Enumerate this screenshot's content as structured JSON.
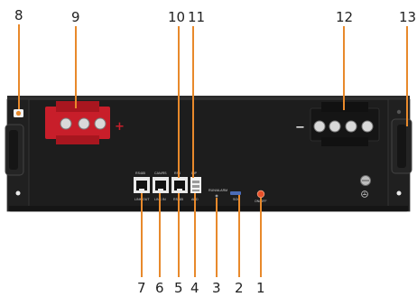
{
  "callouts": [
    {
      "id": "1",
      "label": "1"
    },
    {
      "id": "2",
      "label": "2"
    },
    {
      "id": "3",
      "label": "3"
    },
    {
      "id": "4",
      "label": "4"
    },
    {
      "id": "5",
      "label": "5"
    },
    {
      "id": "6",
      "label": "6"
    },
    {
      "id": "7",
      "label": "7"
    },
    {
      "id": "8",
      "label": "8"
    },
    {
      "id": "9",
      "label": "9"
    },
    {
      "id": "10",
      "label": "10"
    },
    {
      "id": "11",
      "label": "11"
    },
    {
      "id": "12",
      "label": "12"
    },
    {
      "id": "13",
      "label": "13"
    }
  ],
  "panel": {
    "plus_sign": "+",
    "minus_sign": "−",
    "port_top_labels": [
      "RS485",
      "CAN/RS",
      "RS4",
      "DIP"
    ],
    "port_bottom_labels": [
      "LINK OUT",
      "LINK IN",
      "RS485",
      "ADD"
    ],
    "run_alarm_label": "RUN/ALARM",
    "soc_label": "SOC",
    "on_off_label": "ON/OFF"
  },
  "colors": {
    "chassis": "#1d1d1d",
    "chassis_edge": "#3a3a3a",
    "handle": "#242424",
    "positive_terminal": "#c81e2a",
    "negative_terminal": "#151515",
    "leader_line": "#e8892b",
    "power_led": "#e8502a"
  }
}
